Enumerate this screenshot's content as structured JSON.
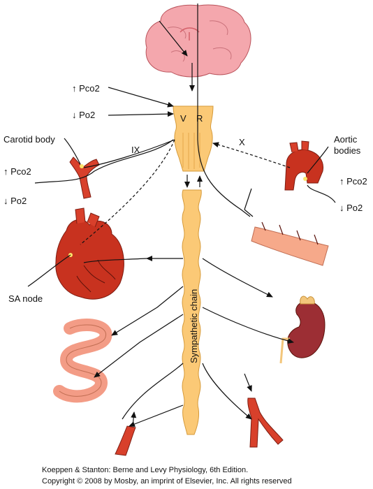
{
  "labels": {
    "pco2_top": "↑ Pco2",
    "po2_top": "↓ Po2",
    "carotid_body": "Carotid body",
    "nerve_ix": "IX",
    "nerve_x": "X",
    "pco2_left": "↑ Pco2",
    "po2_left": "↓ Po2",
    "aortic_bodies_1": "Aortic",
    "aortic_bodies_2": "bodies",
    "pco2_right": "↑ Pco2",
    "po2_right": "↓ Po2",
    "sa_node": "SA node",
    "medulla_v": "V",
    "medulla_r": "R",
    "sympathetic_chain": "Sympathetic chain"
  },
  "credit": {
    "line1": "Koeppen & Stanton: Berne and Levy Physiology, 6th Edition.",
    "line2": "Copyright © 2008 by Mosby, an imprint of Elsevier, Inc. All rights reserved"
  },
  "colors": {
    "brain": "#f4a7ad",
    "brainstem": "#fbc976",
    "chain": "#fbc976",
    "heart": "#c8321f",
    "vessel": "#d8402b",
    "skin": "#f6a98a",
    "intestine": "#f39c86",
    "kidney": "#9c2e34",
    "adrenal": "#f3c67b"
  }
}
